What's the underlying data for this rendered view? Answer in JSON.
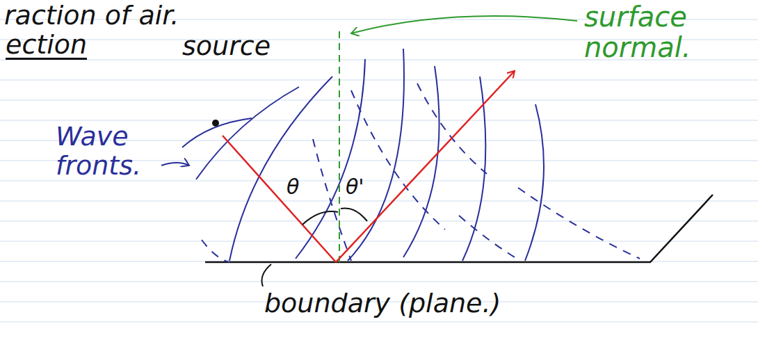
{
  "diagram": {
    "labels": [
      "raction of air.",
      "ection",
      "source",
      "surface normal.",
      "Wave fronts.",
      "θ",
      "θ'",
      "boundary (plane.)"
    ]
  }
}
